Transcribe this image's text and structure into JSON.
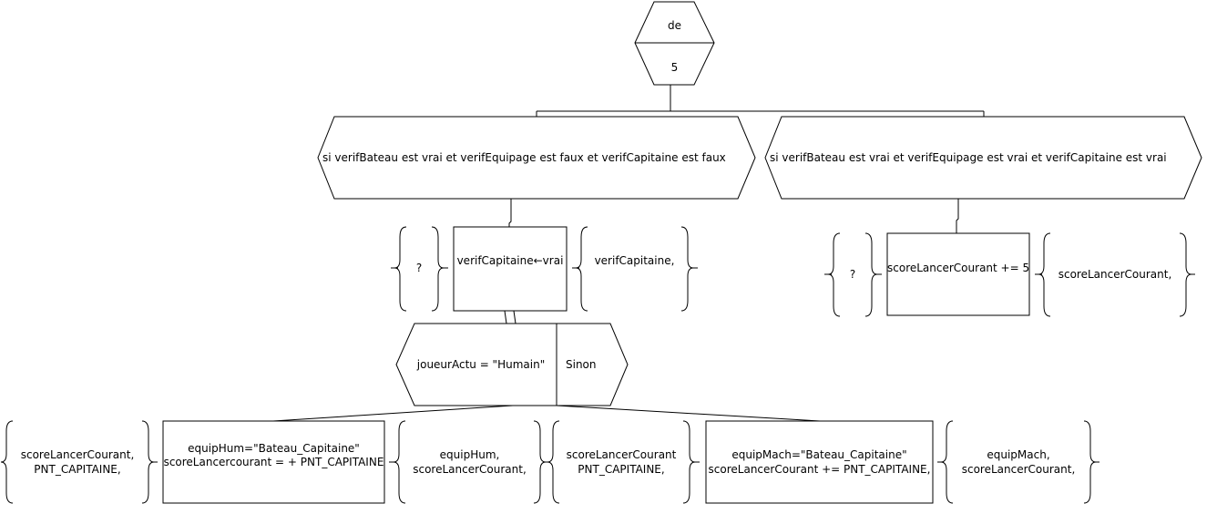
{
  "switch": {
    "label": "de",
    "value": "5"
  },
  "case_left": {
    "condition": "si verifBateau est vrai et verifEquipage est faux et verifCapitaine est faux",
    "pre": "?",
    "action": "verifCapitaine←vrai",
    "post": "verifCapitaine,",
    "if": {
      "condition": "joueurActu = \"Humain\"",
      "else_label": "Sinon",
      "then_pre": [
        "scoreLancerCourant,",
        "PNT_CAPITAINE,"
      ],
      "then_action": [
        "equipHum=\"Bateau_Capitaine\"",
        "scoreLancercourant = + PNT_CAPITAINE"
      ],
      "then_post": [
        "equipHum,",
        "scoreLancerCourant,"
      ],
      "else_pre": [
        "scoreLancerCourant",
        "PNT_CAPITAINE,"
      ],
      "else_action": [
        "equipMach=\"Bateau_Capitaine\"",
        "scoreLancerCourant +=  PNT_CAPITAINE,"
      ],
      "else_post": [
        "equipMach,",
        "scoreLancerCourant,"
      ]
    }
  },
  "case_right": {
    "condition": "si verifBateau est vrai et verifEquipage est vrai et verifCapitaine est vrai",
    "pre": "?",
    "action": "scoreLancerCourant += 5",
    "post": "scoreLancerCourant,"
  }
}
